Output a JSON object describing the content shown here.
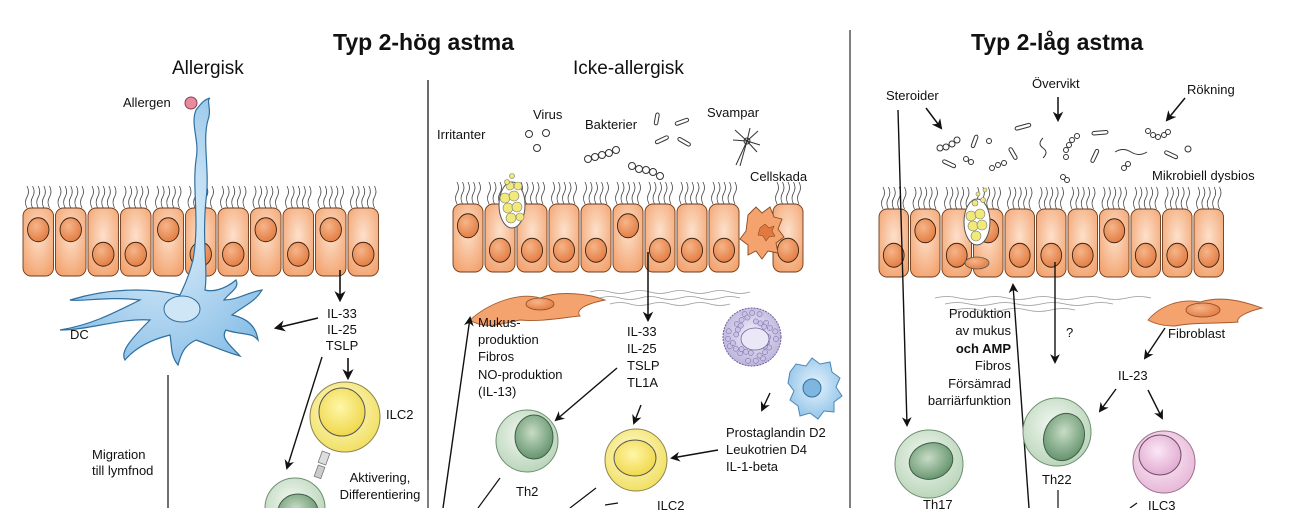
{
  "titles": {
    "type2_high": "Typ 2-hög astma",
    "type2_low": "Typ 2-låg astma",
    "allergic": "Allergisk",
    "non_allergic": "Icke-allergisk"
  },
  "allergic": {
    "allergen": "Allergen",
    "dc": "DC",
    "cytokines": [
      "IL-33",
      "IL-25",
      "TSLP"
    ],
    "ilc2": "ILC2",
    "migration": [
      "Migration",
      "till lymfnod"
    ],
    "activation": [
      "Aktivering,",
      "Differentiering"
    ]
  },
  "non_allergic": {
    "irritants": "Irritanter",
    "virus": "Virus",
    "bacteria": "Bakterier",
    "fungi": "Svampar",
    "cell_damage": "Cellskada",
    "effects": [
      "Mukus-",
      "produktion",
      "Fibros",
      "NO-produktion",
      "(IL-13)"
    ],
    "cytokines": [
      "IL-33",
      "IL-25",
      "TSLP",
      "TL1A"
    ],
    "th2": "Th2",
    "ilc2": "ILC2",
    "mediators": [
      "Prostaglandin D2",
      "Leukotrien D4",
      "IL-1-beta"
    ]
  },
  "type2_low": {
    "steroids": "Steroider",
    "obesity": "Övervikt",
    "smoking": "Rökning",
    "dysbiosis": "Mikrobiell dysbios",
    "effects": [
      "Produktion",
      "av mukus",
      "och AMP",
      "Fibros",
      "Försämrad",
      "barriärfunktion"
    ],
    "question": "?",
    "fibroblast": "Fibroblast",
    "il23": "IL-23",
    "th17": "Th17",
    "th22": "Th22",
    "ilc3": "ILC3"
  },
  "colors": {
    "epithelium": "#f4a36e",
    "nucleus": "#e9844a",
    "dc_blue": "#8fc3e8",
    "ilc2_yellow": "#f3e67a",
    "th_green": "#9cc3a0",
    "ilc3_pink": "#e6b8d8",
    "mast_purple": "#b9b0d9"
  }
}
